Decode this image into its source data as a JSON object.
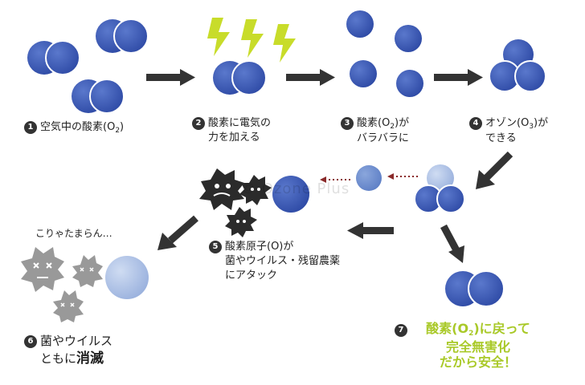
{
  "colors": {
    "molecule": "#3f5cb8",
    "pale": "#a8bde3",
    "mid": "#6d8fd0",
    "arrow": "#333333",
    "lightning": "#c8dc2a",
    "germ_dark": "#2b2b2b",
    "germ_grey": "#999999",
    "green_text": "#a9c928"
  },
  "icons": [
    "lightning-icon",
    "dark-germ-icon",
    "grey-germ-icon",
    "arrow-icon"
  ],
  "step1": {
    "num": "1",
    "text": "空気中の酸素(O",
    "sub": "2",
    "tail": ")"
  },
  "step2": {
    "num": "2",
    "line1": "酸素に電気の",
    "line2": "力を加える"
  },
  "step3": {
    "num": "3",
    "line1a": "酸素(O",
    "sub": "2",
    "line1b": ")が",
    "line2": "バラバラに"
  },
  "step4": {
    "num": "4",
    "line1a": "オゾン(O",
    "sub": "3",
    "line1b": ")が",
    "line2": "できる"
  },
  "step5": {
    "num": "5",
    "line1": "酸素原子(O)が",
    "line2": "菌やウイルス・残留農薬",
    "line3": "にアタック"
  },
  "step6": {
    "num": "6",
    "line1": "菌やウイルス",
    "line2a": "ともに",
    "line2b": "消滅"
  },
  "step7": {
    "num": "7",
    "line1a": "酸素(O",
    "sub": "2",
    "line1b": ")に戻って",
    "line2": "完全無害化",
    "line3": "だから安全！"
  },
  "germ_text": "こりゃたまらん…",
  "watermark": "© Ozone Plus"
}
